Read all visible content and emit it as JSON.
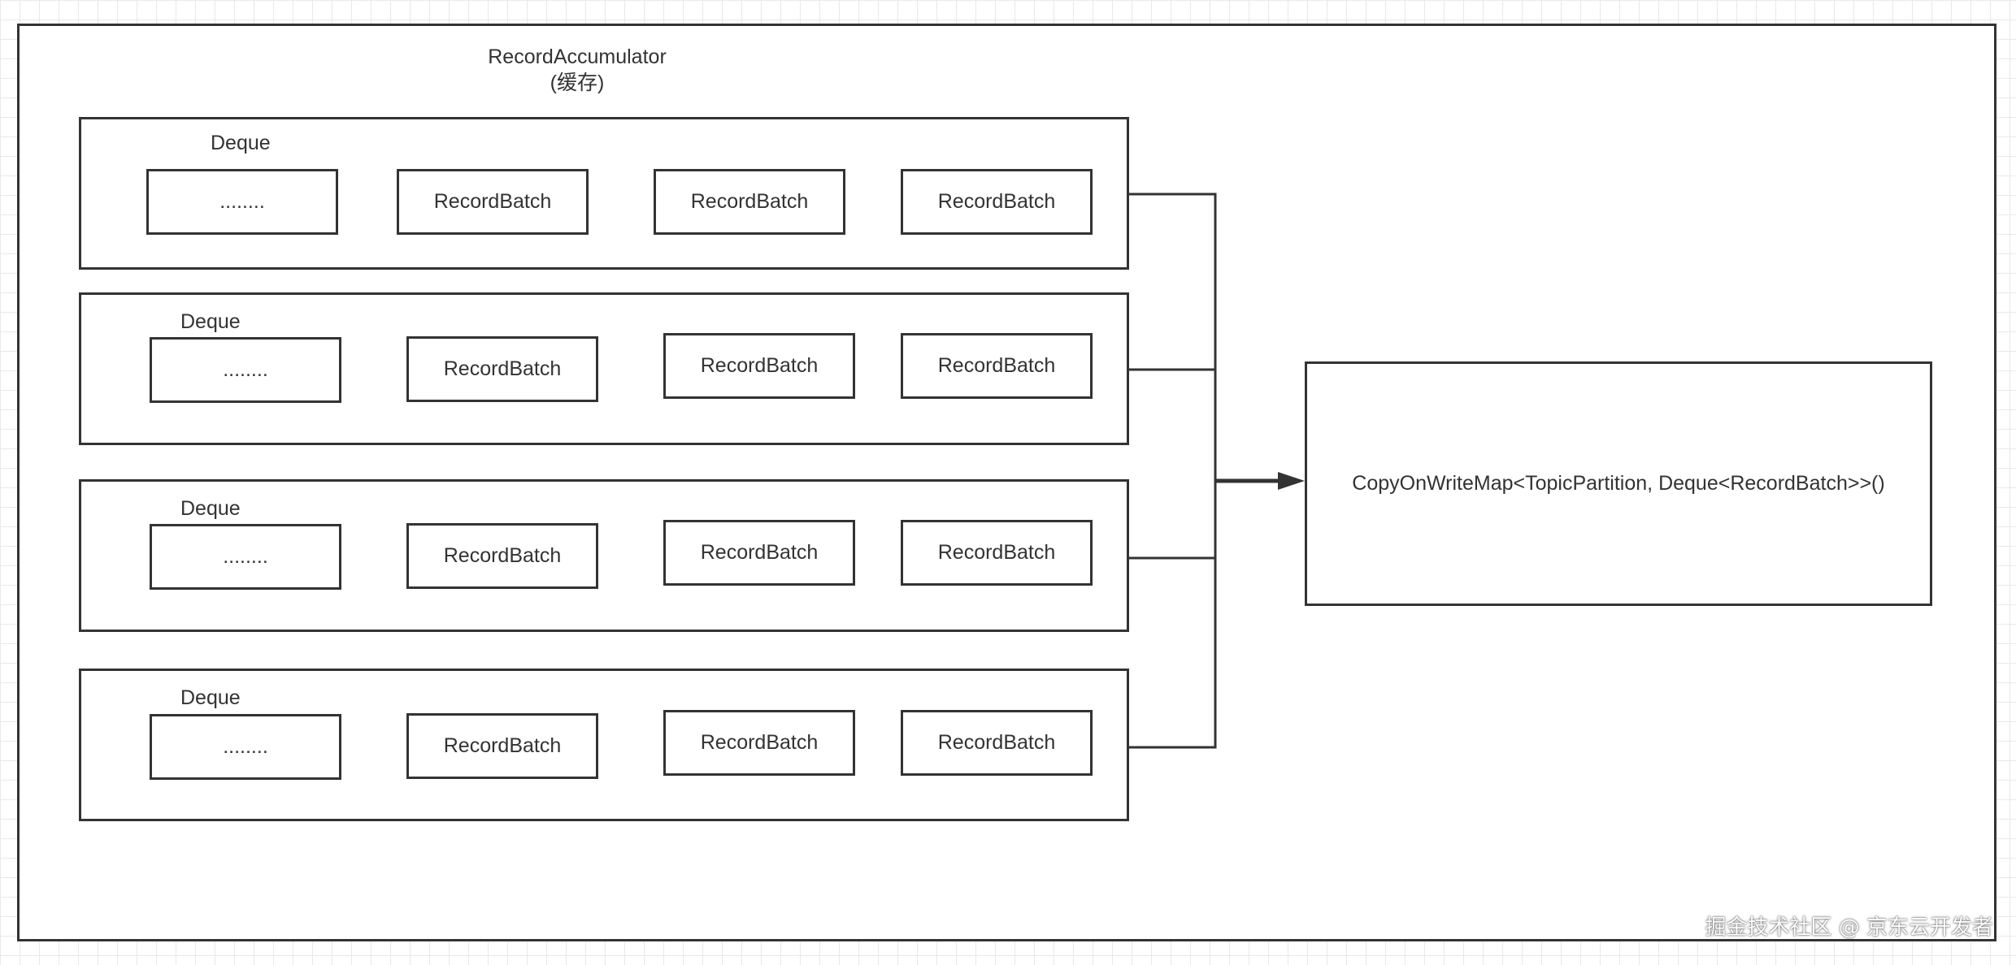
{
  "diagram": {
    "title_line1": "RecordAccumulator",
    "title_line2": "(缓存)",
    "deques": [
      {
        "label": "Deque",
        "items": [
          "........",
          "RecordBatch",
          "RecordBatch",
          "RecordBatch"
        ]
      },
      {
        "label": "Deque",
        "items": [
          "........",
          "RecordBatch",
          "RecordBatch",
          "RecordBatch"
        ]
      },
      {
        "label": "Deque",
        "items": [
          "........",
          "RecordBatch",
          "RecordBatch",
          "RecordBatch"
        ]
      },
      {
        "label": "Deque",
        "items": [
          "........",
          "RecordBatch",
          "RecordBatch",
          "RecordBatch"
        ]
      }
    ],
    "map_label": "CopyOnWriteMap<TopicPartition, Deque<RecordBatch>>()"
  },
  "watermark": "掘金技术社区 @ 京东云开发者",
  "colors": {
    "stroke": "#333333",
    "text": "#333333",
    "grid": "#e9e9e9",
    "background": "#ffffff"
  }
}
